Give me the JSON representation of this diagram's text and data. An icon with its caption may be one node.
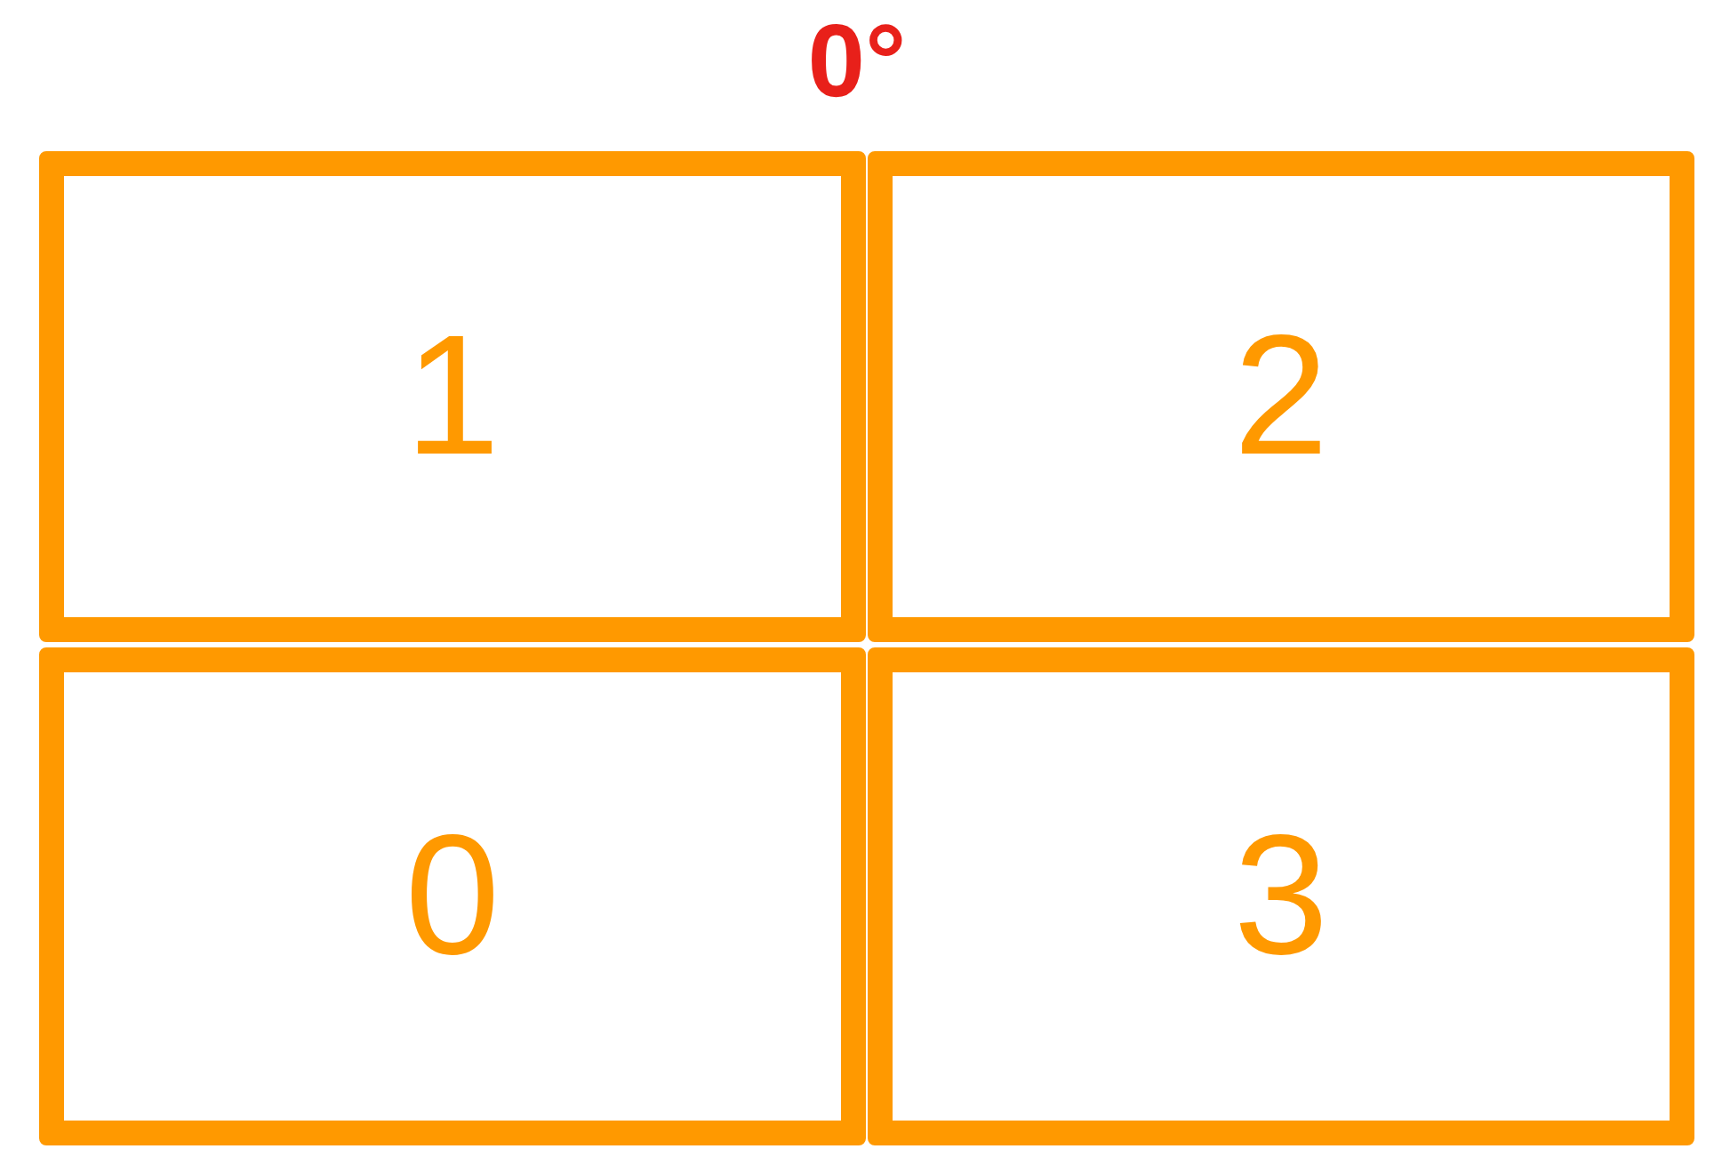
{
  "diagram": {
    "title": "0°",
    "nodes": [
      {
        "text": [
          "1"
        ]
      },
      {
        "text": [
          "2"
        ]
      },
      {
        "text": [
          "0"
        ]
      },
      {
        "text": [
          "3"
        ]
      }
    ]
  }
}
